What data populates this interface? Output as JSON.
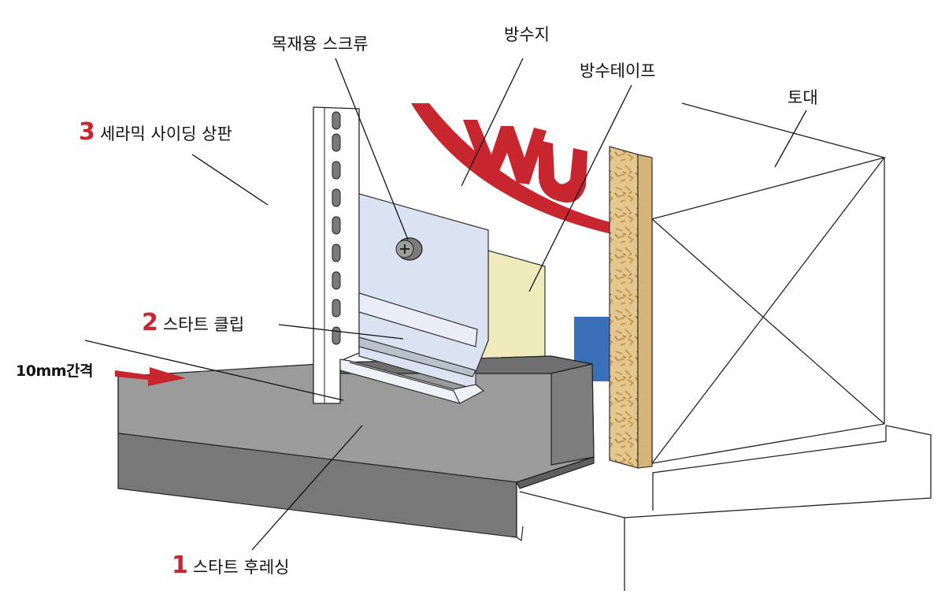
{
  "labels": {
    "screw": "목재용 스크류",
    "wrap": "방수지",
    "tape": "방수테이프",
    "sill": "토대",
    "siding_num": "3",
    "siding": "세라믹 사이딩 상판",
    "clip_num": "2",
    "clip": "스타트 클립",
    "gap": "10mm간격",
    "flashing_num": "1",
    "flashing": "스타트 후레싱"
  },
  "colors": {
    "accent_red": "#c8262e",
    "flashing_top": "#9a9a9a",
    "flashing_front": "#7c7c7c",
    "clip_blue": "#dbe3f2",
    "tape_yellow": "#eeeabc",
    "wrap_blue": "#3a6fba",
    "osb": "#e2c48c"
  }
}
